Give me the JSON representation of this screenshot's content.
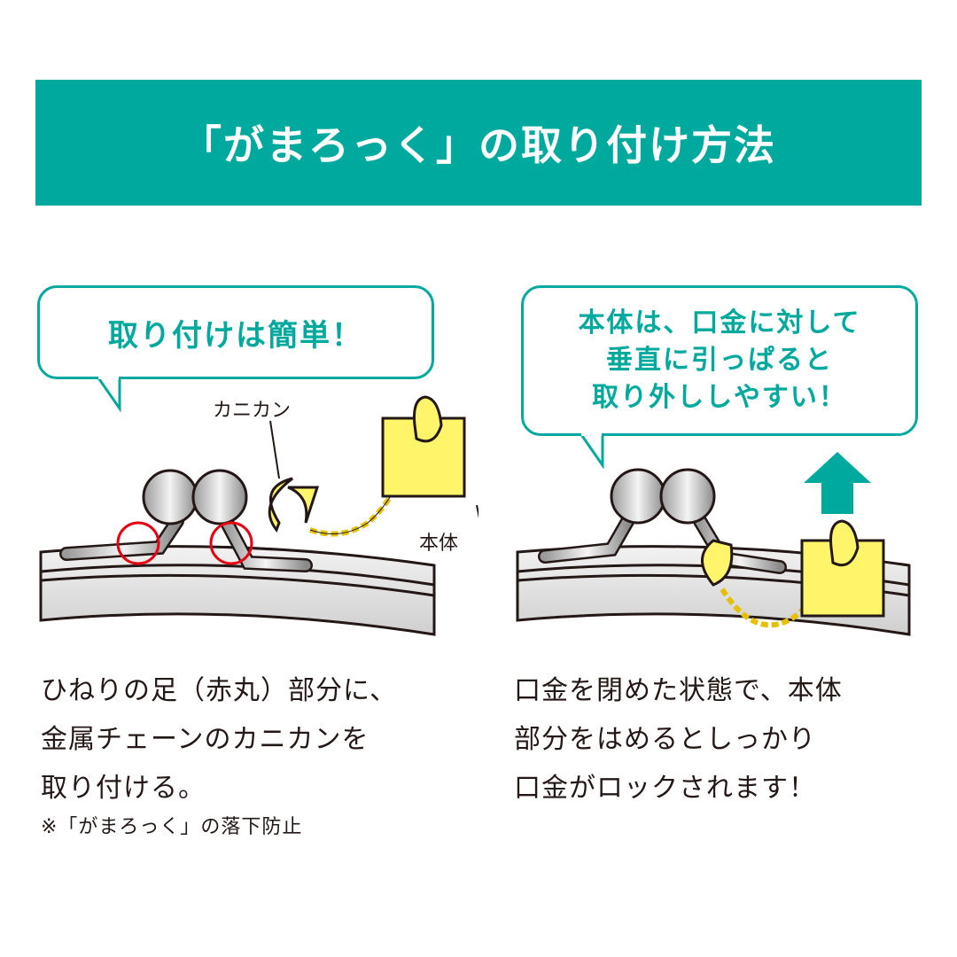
{
  "title": "「がまろっく」の取り付け方法",
  "left": {
    "bubble": "取り付けは簡単！",
    "label_kanikan": "カニカン",
    "label_body": "本体",
    "lines": [
      "ひねりの足（赤丸）部分に、",
      "金属チェーンのカニカンを",
      "取り付ける。"
    ],
    "note": "※「がまろっく」の落下防止"
  },
  "right": {
    "bubble": [
      "本体は、口金に対して",
      "垂直に引っぱると",
      "取り外ししやすい！"
    ],
    "lines": [
      "口金を閉めた状態で、本体",
      "部分をはめるとしっかり",
      "口金がロックされます！"
    ]
  },
  "colors": {
    "teal": "#00a99d",
    "yellow": "#fff46a",
    "red": "#e60012"
  }
}
